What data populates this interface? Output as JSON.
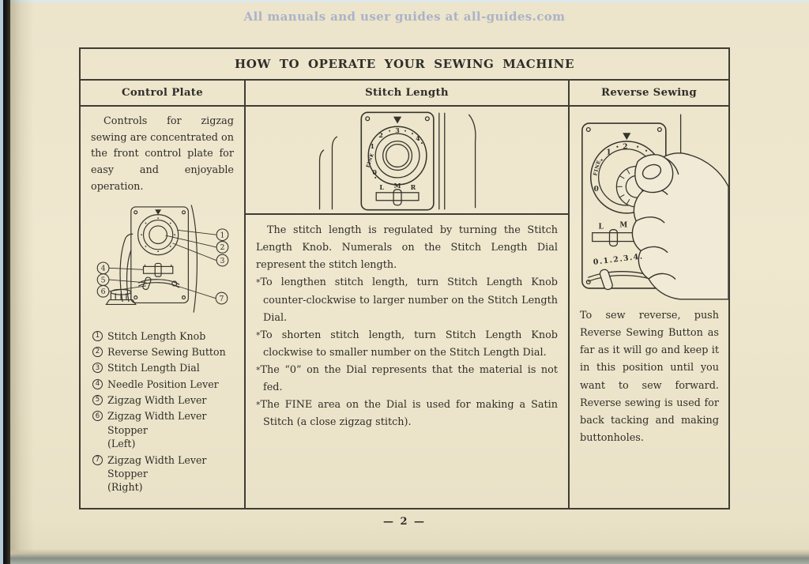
{
  "watermark": "All manuals and user guides at all-guides.com",
  "page": {
    "title": "HOW TO OPERATE YOUR SEWING MACHINE",
    "page_number": "— 2 —"
  },
  "glyphs": {
    "bullet": "*"
  },
  "columns": {
    "control_plate": {
      "header": "Control Plate",
      "intro": "Controls for zigzag sewing are concentrated on the front control plate for easy and enjoyable operation.",
      "legend": [
        {
          "num": "1",
          "label": "Stitch Length Knob",
          "sub": ""
        },
        {
          "num": "2",
          "label": "Reverse Sewing Button",
          "sub": ""
        },
        {
          "num": "3",
          "label": "Stitch Length Dial",
          "sub": ""
        },
        {
          "num": "4",
          "label": "Needle Position Lever",
          "sub": ""
        },
        {
          "num": "5",
          "label": "Zigzag Width Lever",
          "sub": ""
        },
        {
          "num": "6",
          "label": "Zigzag Width Lever Stopper",
          "sub": "(Left)"
        },
        {
          "num": "7",
          "label": "Zigzag Width Lever Stopper",
          "sub": "(Right)"
        }
      ]
    },
    "stitch_length": {
      "header": "Stitch Length",
      "paragraph": "The stitch length is regulated by turning the Stitch Length Knob. Numerals on the Stitch Length Dial represent the stitch length.",
      "bullets": [
        "To lengthen stitch length, turn Stitch Length Knob counter-clockwise to larger number on the Stitch Length Dial.",
        "To shorten stitch length, turn Stitch Length Knob clockwise to smaller number on the Stitch Length Dial.",
        "The “0” on the Dial represents that the material is not fed.",
        "The FINE area on the Dial is used for making a Satin Stitch (a close zigzag stitch)."
      ]
    },
    "reverse_sewing": {
      "header": "Reverse Sewing",
      "paragraph": "To sew reverse, push Reverse Sewing Button as far as it will go and keep it in this position until you want to sew forward. Reverse sewing is used for back tacking and making buttonholes."
    }
  },
  "illustrations": {
    "dial_fine": "FINE",
    "dial_numbers": [
      "0",
      "1",
      "2",
      "3",
      "4"
    ],
    "needle_positions": [
      "L",
      "M",
      "R"
    ],
    "zigzag_scale": "0.1.2.3.4."
  },
  "colors": {
    "paper": "#ece4cb",
    "ink": "#2f2e28",
    "table_border": "#3e3d35",
    "watermark": "#aab3c7"
  }
}
